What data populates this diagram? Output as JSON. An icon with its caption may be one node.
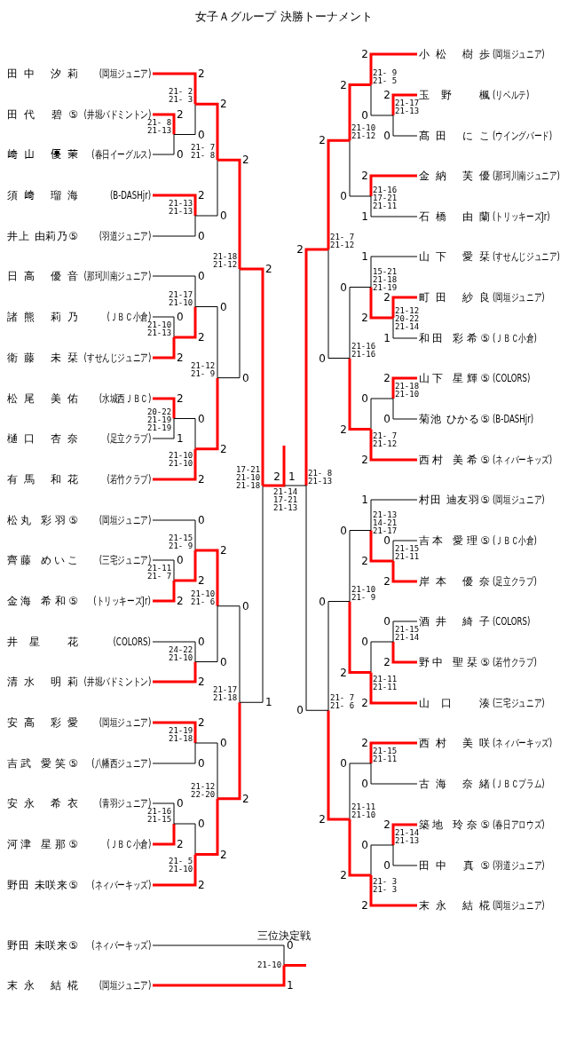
{
  "diagram": {
    "title": "女子Ａグループ 決勝トーナメント",
    "nodes": [
      {
        "text": [
          "田中 汐莉",
          "(岡垣ジュニア)"
        ]
      },
      {
        "text": [
          "田代 碧⑤",
          "(井堀バドミントン)"
        ]
      },
      {
        "text": [
          "﨑山 優茉",
          "(春日イーグルス)"
        ]
      },
      {
        "text": [
          "須﨑 瑠海",
          "(B-DASHjr)"
        ]
      },
      {
        "text": [
          "井上 由莉乃⑤",
          "(羽道ジュニア)"
        ]
      },
      {
        "text": [
          "日高 優音",
          "(那珂川南ジュニア)"
        ]
      },
      {
        "text": [
          "諸熊 莉乃",
          "(ＪＢＣ小倉)"
        ]
      },
      {
        "text": [
          "衛藤 未栞",
          "(すせんじジュニア)"
        ]
      },
      {
        "text": [
          "松尾 美佑",
          "(水城西ＪＢＣ)"
        ]
      },
      {
        "text": [
          "樋口 杏奈",
          "(足立クラブ)"
        ]
      },
      {
        "text": [
          "有馬 和花",
          "(若竹クラブ)"
        ]
      },
      {
        "text": [
          "松丸 彩羽⑤",
          "(岡垣ジュニア)"
        ]
      },
      {
        "text": [
          "齊藤 めいこ",
          "(三宅ジュニア)"
        ]
      },
      {
        "text": [
          "金海 希和⑤",
          "(トリッキーズJr)"
        ]
      },
      {
        "text": [
          "井星 花",
          "(COLORS)"
        ]
      },
      {
        "text": [
          "清水 明莉",
          "(井堀バドミントン)"
        ]
      },
      {
        "text": [
          "安高 彩愛",
          "(岡垣ジュニア)"
        ]
      },
      {
        "text": [
          "吉武 愛笑⑤",
          "(八幡西ジュニア)"
        ]
      },
      {
        "text": [
          "安永 希衣",
          "(青羽ジュニア)"
        ]
      },
      {
        "text": [
          "河津 星那⑤",
          "(ＪＢＣ小倉)"
        ]
      },
      {
        "text": [
          "野田 未咲来⑤",
          "(ネィバーキッズ)"
        ]
      },
      {
        "text": [
          "小松 樹歩",
          "(岡垣ジュニア)"
        ]
      },
      {
        "text": [
          "玉野 楓",
          "(リベルテ)"
        ]
      },
      {
        "text": [
          "髙田 にこ",
          "(ウイングバード)"
        ]
      },
      {
        "text": [
          "金納 芙優",
          "(那珂川南ジュニア)"
        ]
      },
      {
        "text": [
          "石橋 由蘭",
          "(トリッキーズJr)"
        ]
      },
      {
        "text": [
          "山下 愛栞",
          "(すせんじジュニア)"
        ]
      },
      {
        "text": [
          "町田 紗良",
          "(岡垣ジュニア)"
        ]
      },
      {
        "text": [
          "和田 彩希⑤",
          "(ＪＢＣ小倉)"
        ]
      },
      {
        "text": [
          "山下 星輝⑤",
          "(COLORS)"
        ]
      },
      {
        "text": [
          "菊池 ひかる⑤",
          "(B-DASHjr)"
        ]
      },
      {
        "text": [
          "西村 美希⑤",
          "(ネィバーキッズ)"
        ]
      },
      {
        "text": [
          "村田 迪友羽⑤",
          "(岡垣ジュニア)"
        ]
      },
      {
        "text": [
          "吉本 愛理⑤",
          "(ＪＢＣ小倉)"
        ]
      },
      {
        "text": [
          "岸本 優奈",
          "(足立クラブ)"
        ]
      },
      {
        "text": [
          "酒井 綺子",
          "(COLORS)"
        ]
      },
      {
        "text": [
          "野中 聖栞⑤",
          "(若竹クラブ)"
        ]
      },
      {
        "text": [
          "山口 湊",
          "(三宅ジュニア)"
        ]
      },
      {
        "text": [
          "西村 美咲",
          "(ネィバーキッズ)"
        ]
      },
      {
        "text": [
          "古海 奈緒",
          "(ＪＢＣプラム)"
        ]
      },
      {
        "text": [
          "築地 玲奈⑤",
          "(春日アロウズ)"
        ]
      },
      {
        "text": [
          "田中 真⑤",
          "(羽道ジュニア)"
        ]
      },
      {
        "text": [
          "末永 結椛",
          "(岡垣ジュニア)"
        ]
      },
      {
        "text": [
          "21- 8",
          "21-13"
        ]
      },
      {
        "text": [
          "21- 2",
          "21- 3"
        ]
      },
      {
        "text": [
          "21-13",
          "21-13"
        ]
      },
      {
        "text": [
          "21- 7",
          "21- 8"
        ]
      },
      {
        "text": [
          "21-10",
          "21-13"
        ]
      },
      {
        "text": [
          "21-17",
          "21-10"
        ]
      },
      {
        "text": [
          "20-22",
          "21-19",
          "21-19"
        ]
      },
      {
        "text": [
          "21-10",
          "21-10"
        ]
      },
      {
        "text": [
          "21-12",
          "21- 9"
        ]
      },
      {
        "text": [
          "21-18",
          "21-12"
        ]
      },
      {
        "text": [
          "21-11",
          "21- 7"
        ]
      },
      {
        "text": [
          "21-15",
          "21- 9"
        ]
      },
      {
        "text": [
          "24-22",
          "21-10"
        ]
      },
      {
        "text": [
          "21-10",
          "21- 6"
        ]
      },
      {
        "text": [
          "21-19",
          "21-18"
        ]
      },
      {
        "text": [
          "21-16",
          "21-15"
        ]
      },
      {
        "text": [
          "21- 5",
          "21-10"
        ]
      },
      {
        "text": [
          "21-12",
          "22-20"
        ]
      },
      {
        "text": [
          "21-17",
          "21-18"
        ]
      },
      {
        "text": [
          "17-21",
          "21-10",
          "21-18"
        ]
      },
      {
        "text": [
          "21-17",
          "21-13"
        ]
      },
      {
        "text": [
          "21- 9",
          "21- 5"
        ]
      },
      {
        "text": [
          "21-16",
          "17-21",
          "21-11"
        ]
      },
      {
        "text": [
          "21-10",
          "21-12"
        ]
      },
      {
        "text": [
          "21-12",
          "20-22",
          "21-14"
        ]
      },
      {
        "text": [
          "15-21",
          "21-18",
          "21-19"
        ]
      },
      {
        "text": [
          "21-18",
          "21-10"
        ]
      },
      {
        "text": [
          "21- 7",
          "21-12"
        ]
      },
      {
        "text": [
          "21-16",
          "21-16"
        ]
      },
      {
        "text": [
          "21- 7",
          "21-12"
        ]
      },
      {
        "text": [
          "21-15",
          "21-11"
        ]
      },
      {
        "text": [
          "21-13",
          "14-21",
          "21-17"
        ]
      },
      {
        "text": [
          "21-15",
          "21-14"
        ]
      },
      {
        "text": [
          "21-11",
          "21-11"
        ]
      },
      {
        "text": [
          "21-10",
          "21- 9"
        ]
      },
      {
        "text": [
          "21-15",
          "21-11"
        ]
      },
      {
        "text": [
          "21-14",
          "21-13"
        ]
      },
      {
        "text": [
          "21- 3",
          "21- 3"
        ]
      },
      {
        "text": [
          "21-11",
          "21-10"
        ]
      },
      {
        "text": [
          "21- 7",
          "21- 6"
        ]
      },
      {
        "text": [
          "21- 8",
          "21-13"
        ]
      },
      {
        "text": [
          "21-14",
          "17-21",
          "21-13"
        ]
      },
      {
        "text": [
          "野田 未咲来⑤",
          "(ネィバーキッズ)"
        ]
      },
      {
        "text": [
          "末永 結椛",
          "(岡垣ジュニア)"
        ]
      },
      {
        "text": [
          "21-10"
        ]
      }
    ],
    "edges": [
      {
        "from": 1,
        "to": 43,
        "arrow": "none",
        "label": "2",
        "style": "thick",
        "color": "#ff0000"
      },
      {
        "from": 2,
        "to": 43,
        "arrow": "none",
        "label": "0",
        "color": "#000000"
      },
      {
        "from": 0,
        "to": 44,
        "arrow": "none",
        "label": "2",
        "style": "thick",
        "color": "#ff0000"
      },
      {
        "from": 43,
        "to": 44,
        "arrow": "none",
        "label": "0",
        "color": "#000000"
      },
      {
        "from": 3,
        "to": 45,
        "arrow": "none",
        "label": "2",
        "style": "thick",
        "color": "#ff0000"
      },
      {
        "from": 4,
        "to": 45,
        "arrow": "none",
        "label": "0",
        "color": "#000000"
      },
      {
        "from": 44,
        "to": 46,
        "arrow": "none",
        "label": "2",
        "style": "thick",
        "color": "#ff0000"
      },
      {
        "from": 45,
        "to": 46,
        "arrow": "none",
        "label": "0",
        "color": "#000000"
      },
      {
        "from": 6,
        "to": 47,
        "arrow": "none",
        "label": "0",
        "color": "#000000"
      },
      {
        "from": 7,
        "to": 47,
        "arrow": "none",
        "label": "2",
        "style": "thick",
        "color": "#ff0000"
      },
      {
        "from": 5,
        "to": 48,
        "arrow": "none",
        "label": "0",
        "color": "#000000"
      },
      {
        "from": 47,
        "to": 48,
        "arrow": "none",
        "label": "2",
        "style": "thick",
        "color": "#ff0000"
      },
      {
        "from": 8,
        "to": 49,
        "arrow": "none",
        "label": "2",
        "style": "thick",
        "color": "#ff0000"
      },
      {
        "from": 9,
        "to": 49,
        "arrow": "none",
        "label": "1",
        "color": "#000000"
      },
      {
        "from": 49,
        "to": 50,
        "arrow": "none",
        "label": "0",
        "color": "#000000"
      },
      {
        "from": 10,
        "to": 50,
        "arrow": "none",
        "label": "2",
        "style": "thick",
        "color": "#ff0000"
      },
      {
        "from": 48,
        "to": 51,
        "arrow": "none",
        "label": "0",
        "color": "#000000"
      },
      {
        "from": 50,
        "to": 51,
        "arrow": "none",
        "label": "2",
        "style": "thick",
        "color": "#ff0000"
      },
      {
        "from": 46,
        "to": 52,
        "arrow": "none",
        "label": "2",
        "style": "thick",
        "color": "#ff0000"
      },
      {
        "from": 51,
        "to": 52,
        "arrow": "none",
        "label": "0",
        "color": "#000000"
      },
      {
        "from": 12,
        "to": 53,
        "arrow": "none",
        "label": "0",
        "color": "#000000"
      },
      {
        "from": 13,
        "to": 53,
        "arrow": "none",
        "label": "2",
        "style": "thick",
        "color": "#ff0000"
      },
      {
        "from": 11,
        "to": 54,
        "arrow": "none",
        "label": "0",
        "color": "#000000"
      },
      {
        "from": 53,
        "to": 54,
        "arrow": "none",
        "label": "2",
        "style": "thick",
        "color": "#ff0000"
      },
      {
        "from": 14,
        "to": 55,
        "arrow": "none",
        "label": "0",
        "color": "#000000"
      },
      {
        "from": 15,
        "to": 55,
        "arrow": "none",
        "label": "2",
        "style": "thick",
        "color": "#ff0000"
      },
      {
        "from": 54,
        "to": 56,
        "arrow": "none",
        "label": "2",
        "style": "thick",
        "color": "#ff0000"
      },
      {
        "from": 55,
        "to": 56,
        "arrow": "none",
        "label": "0",
        "color": "#000000"
      },
      {
        "from": 16,
        "to": 57,
        "arrow": "none",
        "label": "2",
        "style": "thick",
        "color": "#ff0000"
      },
      {
        "from": 17,
        "to": 57,
        "arrow": "none",
        "label": "0",
        "color": "#000000"
      },
      {
        "from": 18,
        "to": 58,
        "arrow": "none",
        "label": "0",
        "color": "#000000"
      },
      {
        "from": 19,
        "to": 58,
        "arrow": "none",
        "label": "2",
        "style": "thick",
        "color": "#ff0000"
      },
      {
        "from": 58,
        "to": 59,
        "arrow": "none",
        "label": "0",
        "color": "#000000"
      },
      {
        "from": 20,
        "to": 59,
        "arrow": "none",
        "label": "2",
        "style": "thick",
        "color": "#ff0000"
      },
      {
        "from": 57,
        "to": 60,
        "arrow": "none",
        "label": "0",
        "color": "#000000"
      },
      {
        "from": 59,
        "to": 60,
        "arrow": "none",
        "label": "2",
        "style": "thick",
        "color": "#ff0000"
      },
      {
        "from": 56,
        "to": 61,
        "arrow": "none",
        "label": "0",
        "color": "#000000"
      },
      {
        "from": 60,
        "to": 61,
        "arrow": "none",
        "label": "2",
        "style": "thick",
        "color": "#ff0000"
      },
      {
        "from": 52,
        "to": 62,
        "arrow": "none",
        "label": "2",
        "style": "thick",
        "color": "#ff0000"
      },
      {
        "from": 61,
        "to": 62,
        "arrow": "none",
        "label": "1",
        "color": "#000000"
      },
      {
        "from": 22,
        "to": 63,
        "arrow": "none",
        "label": "2",
        "style": "thick",
        "color": "#ff0000"
      },
      {
        "from": 23,
        "to": 63,
        "arrow": "none",
        "label": "0",
        "color": "#000000"
      },
      {
        "from": 21,
        "to": 64,
        "arrow": "none",
        "label": "2",
        "style": "thick",
        "color": "#ff0000"
      },
      {
        "from": 63,
        "to": 64,
        "arrow": "none",
        "label": "0",
        "color": "#000000"
      },
      {
        "from": 24,
        "to": 65,
        "arrow": "none",
        "label": "2",
        "style": "thick",
        "color": "#ff0000"
      },
      {
        "from": 25,
        "to": 65,
        "arrow": "none",
        "label": "1",
        "color": "#000000"
      },
      {
        "from": 64,
        "to": 66,
        "arrow": "none",
        "label": "2",
        "style": "thick",
        "color": "#ff0000"
      },
      {
        "from": 65,
        "to": 66,
        "arrow": "none",
        "label": "0",
        "color": "#000000"
      },
      {
        "from": 27,
        "to": 67,
        "arrow": "none",
        "label": "2",
        "style": "thick",
        "color": "#ff0000"
      },
      {
        "from": 28,
        "to": 67,
        "arrow": "none",
        "label": "1",
        "color": "#000000"
      },
      {
        "from": 26,
        "to": 68,
        "arrow": "none",
        "label": "1",
        "color": "#000000"
      },
      {
        "from": 67,
        "to": 68,
        "arrow": "none",
        "label": "2",
        "style": "thick",
        "color": "#ff0000"
      },
      {
        "from": 29,
        "to": 69,
        "arrow": "none",
        "label": "2",
        "style": "thick",
        "color": "#ff0000"
      },
      {
        "from": 30,
        "to": 69,
        "arrow": "none",
        "label": "0",
        "color": "#000000"
      },
      {
        "from": 69,
        "to": 70,
        "arrow": "none",
        "label": "0",
        "color": "#000000"
      },
      {
        "from": 31,
        "to": 70,
        "arrow": "none",
        "label": "2",
        "style": "thick",
        "color": "#ff0000"
      },
      {
        "from": 68,
        "to": 71,
        "arrow": "none",
        "label": "0",
        "color": "#000000"
      },
      {
        "from": 70,
        "to": 71,
        "arrow": "none",
        "label": "2",
        "style": "thick",
        "color": "#ff0000"
      },
      {
        "from": 66,
        "to": 72,
        "arrow": "none",
        "label": "2",
        "style": "thick",
        "color": "#ff0000"
      },
      {
        "from": 71,
        "to": 72,
        "arrow": "none",
        "label": "0",
        "color": "#000000"
      },
      {
        "from": 33,
        "to": 73,
        "arrow": "none",
        "label": "0",
        "color": "#000000"
      },
      {
        "from": 34,
        "to": 73,
        "arrow": "none",
        "label": "2",
        "style": "thick",
        "color": "#ff0000"
      },
      {
        "from": 32,
        "to": 74,
        "arrow": "none",
        "label": "1",
        "color": "#000000"
      },
      {
        "from": 73,
        "to": 74,
        "arrow": "none",
        "label": "2",
        "style": "thick",
        "color": "#ff0000"
      },
      {
        "from": 35,
        "to": 75,
        "arrow": "none",
        "label": "0",
        "color": "#000000"
      },
      {
        "from": 36,
        "to": 75,
        "arrow": "none",
        "label": "2",
        "style": "thick",
        "color": "#ff0000"
      },
      {
        "from": 75,
        "to": 76,
        "arrow": "none",
        "label": "0",
        "color": "#000000"
      },
      {
        "from": 37,
        "to": 76,
        "arrow": "none",
        "label": "2",
        "style": "thick",
        "color": "#ff0000"
      },
      {
        "from": 74,
        "to": 77,
        "arrow": "none",
        "label": "0",
        "color": "#000000"
      },
      {
        "from": 76,
        "to": 77,
        "arrow": "none",
        "label": "2",
        "style": "thick",
        "color": "#ff0000"
      },
      {
        "from": 38,
        "to": 78,
        "arrow": "none",
        "label": "2",
        "style": "thick",
        "color": "#ff0000"
      },
      {
        "from": 39,
        "to": 78,
        "arrow": "none",
        "label": "0",
        "color": "#000000"
      },
      {
        "from": 40,
        "to": 79,
        "arrow": "none",
        "label": "2",
        "style": "thick",
        "color": "#ff0000"
      },
      {
        "from": 41,
        "to": 79,
        "arrow": "none",
        "label": "0",
        "color": "#000000"
      },
      {
        "from": 79,
        "to": 80,
        "arrow": "none",
        "label": "0",
        "color": "#000000"
      },
      {
        "from": 42,
        "to": 80,
        "arrow": "none",
        "label": "2",
        "style": "thick",
        "color": "#ff0000"
      },
      {
        "from": 78,
        "to": 81,
        "arrow": "none",
        "label": "0",
        "color": "#000000"
      },
      {
        "from": 80,
        "to": 81,
        "arrow": "none",
        "label": "2",
        "style": "thick",
        "color": "#ff0000"
      },
      {
        "from": 77,
        "to": 82,
        "arrow": "none",
        "label": "0",
        "color": "#000000"
      },
      {
        "from": 81,
        "to": 82,
        "arrow": "none",
        "label": "2",
        "style": "thick",
        "color": "#ff0000"
      },
      {
        "from": 72,
        "to": 83,
        "arrow": "none",
        "label": "2",
        "style": "thick",
        "color": "#ff0000"
      },
      {
        "from": 82,
        "to": 83,
        "arrow": "none",
        "label": "0",
        "color": "#000000"
      },
      {
        "from": 62,
        "to": 84,
        "arrow": "none",
        "label": "2",
        "style": "thick",
        "color": "#ff0000"
      },
      {
        "from": 83,
        "to": 84,
        "arrow": "none",
        "label": "1",
        "color": "#000000"
      },
      {
        "from": 85,
        "to": 87,
        "arrow": "none",
        "label": "0",
        "color": "#000000"
      },
      {
        "from": 86,
        "to": 87,
        "arrow": "none",
        "label": "1",
        "style": "thick",
        "color": "#ff0000"
      }
    ],
    "labels": [
      "三位決定戦"
    ]
  }
}
